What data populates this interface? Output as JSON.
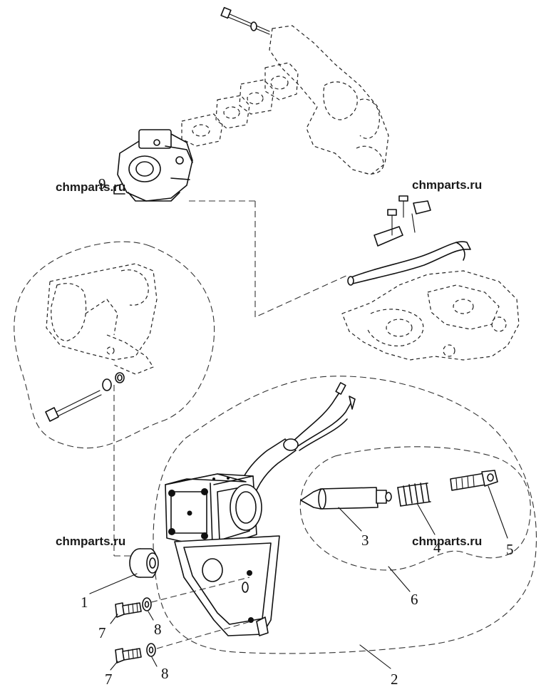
{
  "watermarks": [
    "chmparts.ru",
    "chmparts.ru",
    "chmparts.ru",
    "chmparts.ru"
  ],
  "callouts": {
    "p1": "1",
    "p2": "2",
    "p3": "3",
    "p4": "4",
    "p5": "5",
    "p6": "6",
    "p7a": "7",
    "p7b": "7",
    "p8a": "8",
    "p8b": "8",
    "p9": "9"
  }
}
